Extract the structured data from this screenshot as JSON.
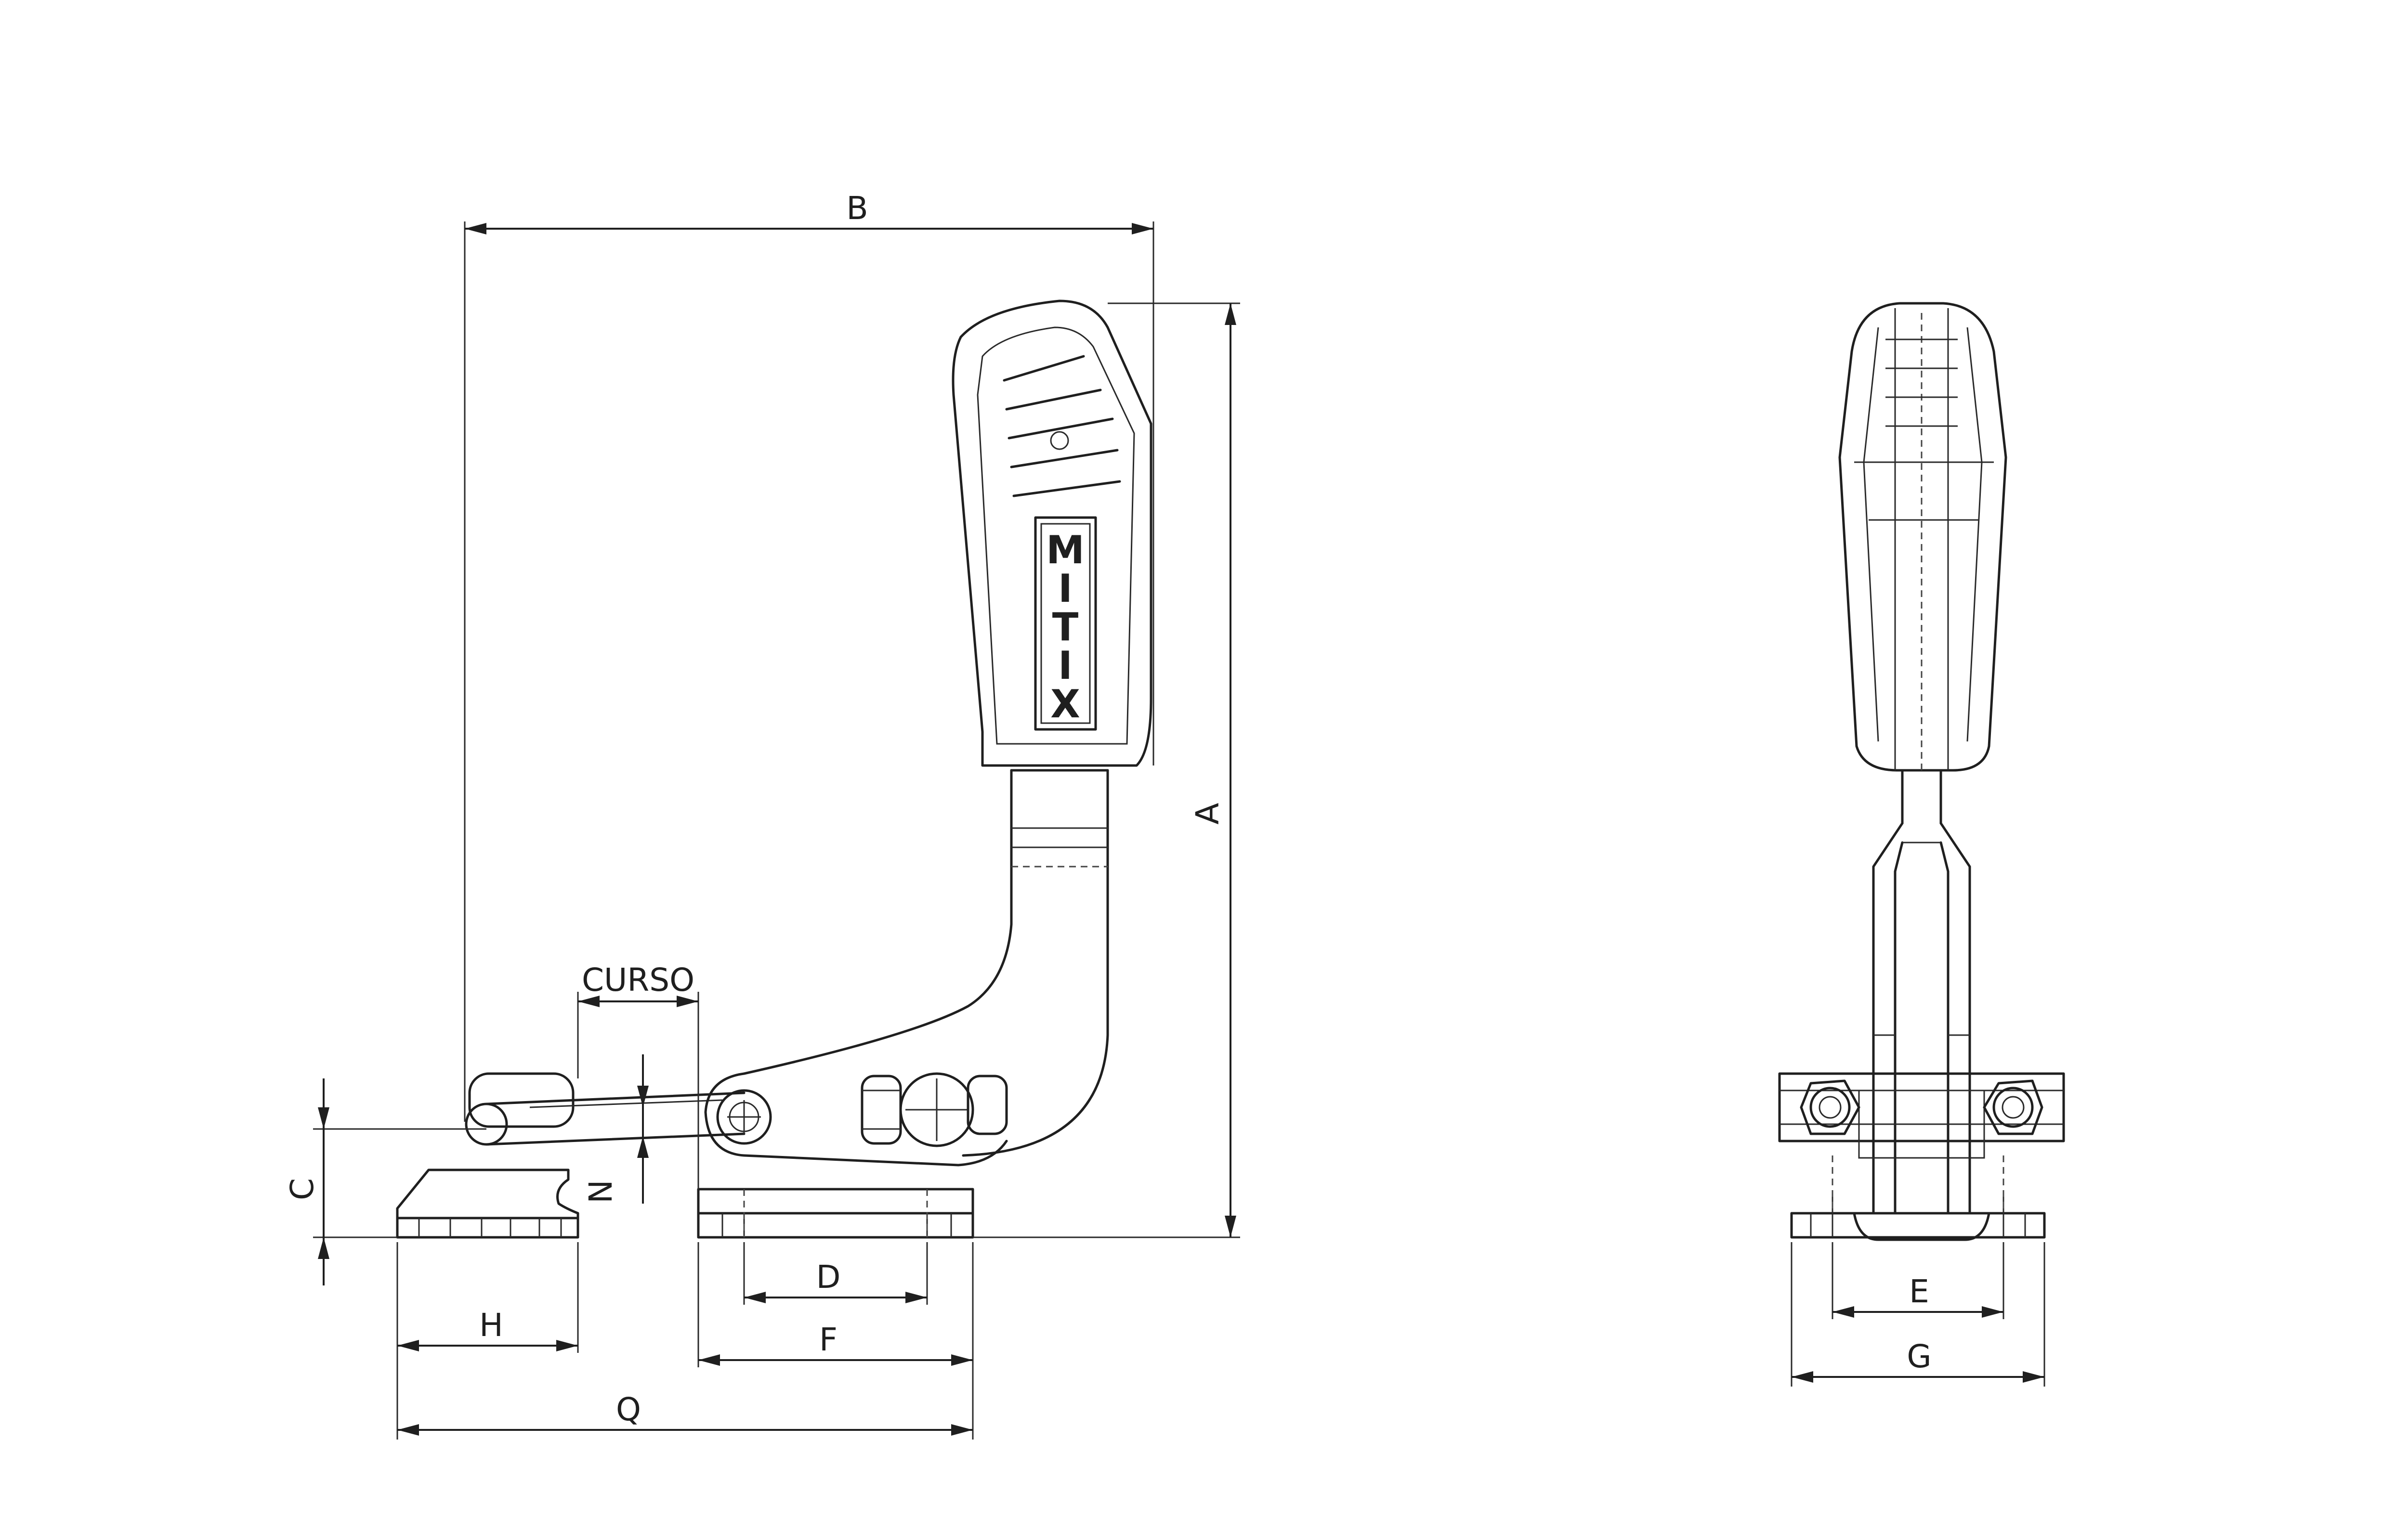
{
  "labels": {
    "A": "A",
    "B": "B",
    "C": "C",
    "D": "D",
    "E": "E",
    "F": "F",
    "G": "G",
    "H": "H",
    "Q": "Q",
    "N": "N",
    "curso": "CURSO"
  },
  "brand": {
    "letters": [
      "M",
      "I",
      "T",
      "I",
      "X"
    ]
  },
  "colors": {
    "line": "#1f1f1f",
    "background": "#ffffff"
  }
}
